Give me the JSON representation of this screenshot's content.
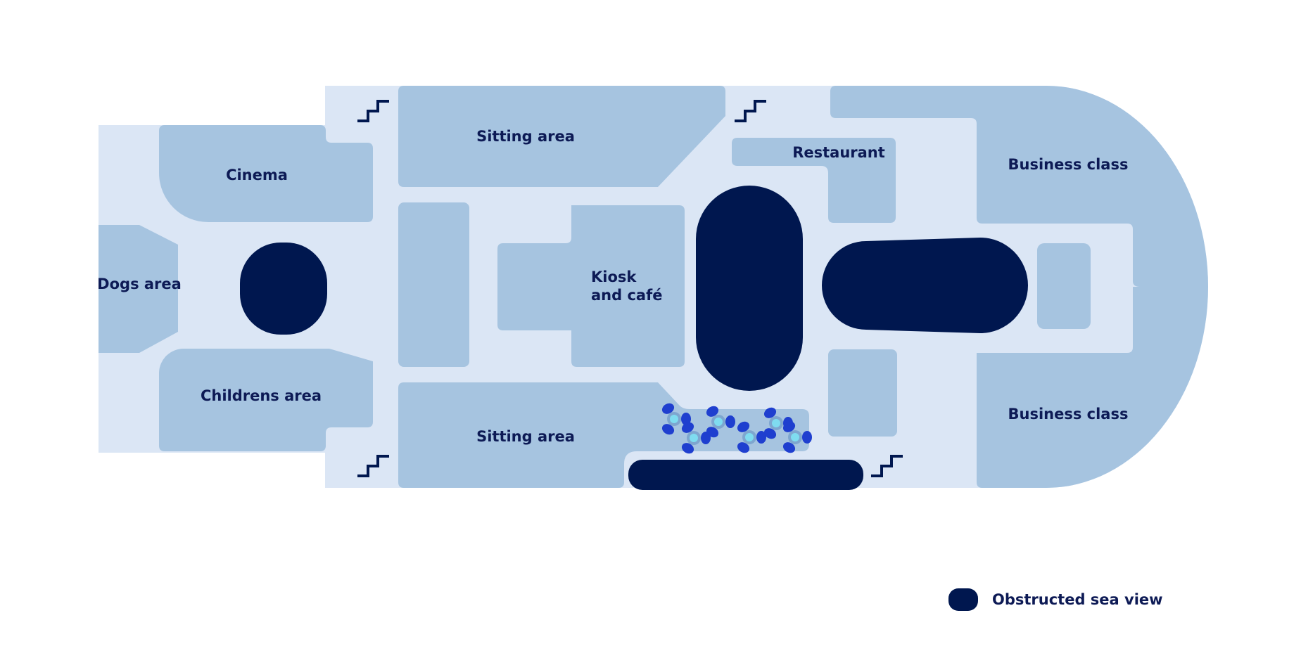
{
  "colors": {
    "deck_floor": "#dbe6f5",
    "room": "#a6c4e0",
    "obstruction": "#00174f",
    "label": "#0d1a55",
    "seat": "#1f3fcf",
    "table": "#7ea6cf",
    "table_center": "#7fdcf0"
  },
  "rooms": {
    "cinema": "Cinema",
    "dogs_area": "Dogs area",
    "childrens_area": "Childrens area",
    "sitting_area_top": "Sitting area",
    "sitting_area_bottom": "Sitting area",
    "kiosk_line1": "Kiosk",
    "kiosk_line2": "and café",
    "restaurant": "Restaurant",
    "business_class_top": "Business class",
    "business_class_bottom": "Business class"
  },
  "icons": {
    "stairs": "stairs-icon",
    "seating_group": "table-with-chairs-icon"
  },
  "legend": {
    "label": "Obstructed sea view"
  }
}
